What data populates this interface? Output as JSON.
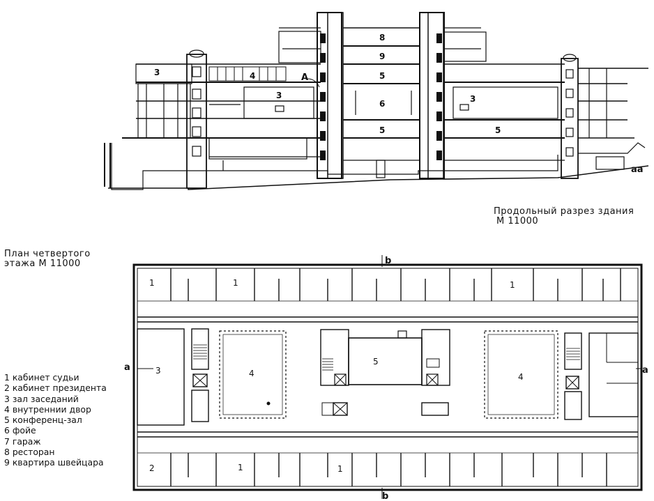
{
  "section": {
    "caption_line1": "Продольный разрез здания",
    "caption_line2": "М 11000",
    "marker_A": "A",
    "section_tag": "aa",
    "room_labels": [
      "3",
      "4",
      "3",
      "8",
      "9",
      "5",
      "6",
      "5",
      "3",
      "5"
    ]
  },
  "plan": {
    "caption_line1": "План четвертого",
    "caption_line2": "этажа  М 11000",
    "axis_a_left": "a",
    "axis_a_right": "a",
    "axis_b_top": "b",
    "axis_b_bottom": "b",
    "room_labels": [
      "1",
      "1",
      "1",
      "3",
      "4",
      "5",
      "4",
      "2",
      "1",
      "1"
    ]
  },
  "legend": [
    "1 кабинет судьи",
    "2 кабинет президента",
    "3  зал  заседаний",
    "4  внутреннии  двор",
    "5  конференц-зал",
    "6  фойе",
    "7  гараж",
    "8  ресторан",
    "9 квартира швейцара"
  ]
}
